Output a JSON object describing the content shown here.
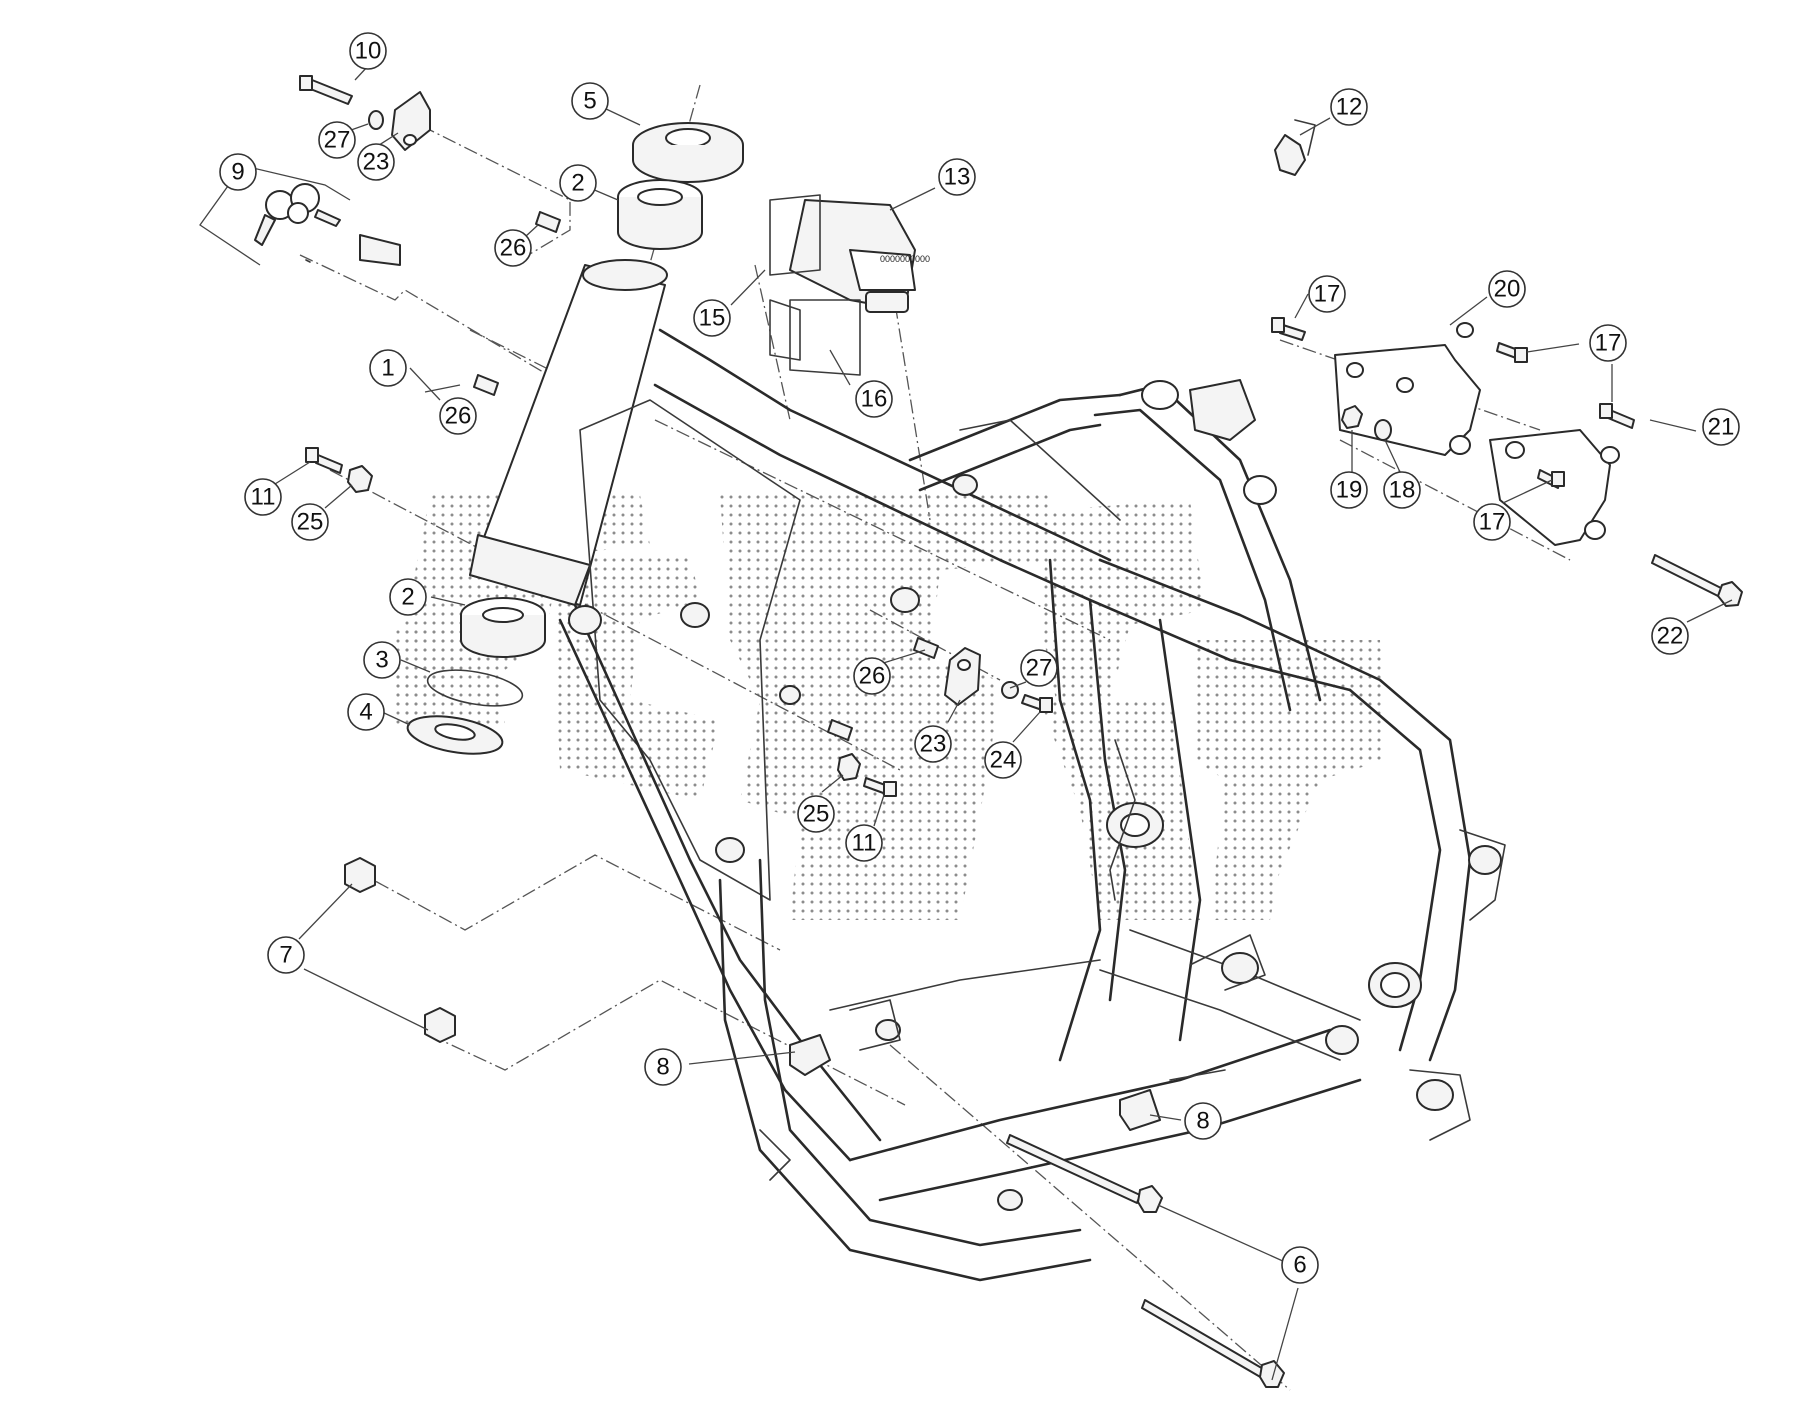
{
  "diagram": {
    "type": "exploded-parts-diagram",
    "subject": "motorcycle frame",
    "callouts": [
      {
        "id": "c10",
        "label": "10"
      },
      {
        "id": "c27a",
        "label": "27"
      },
      {
        "id": "c23a",
        "label": "23"
      },
      {
        "id": "c9",
        "label": "9"
      },
      {
        "id": "c26a",
        "label": "26"
      },
      {
        "id": "c5",
        "label": "5"
      },
      {
        "id": "c2a",
        "label": "2"
      },
      {
        "id": "c13",
        "label": "13"
      },
      {
        "id": "c15",
        "label": "15"
      },
      {
        "id": "c16",
        "label": "16"
      },
      {
        "id": "c12",
        "label": "12"
      },
      {
        "id": "c1",
        "label": "1"
      },
      {
        "id": "c26b",
        "label": "26"
      },
      {
        "id": "c11a",
        "label": "11"
      },
      {
        "id": "c25a",
        "label": "25"
      },
      {
        "id": "c2b",
        "label": "2"
      },
      {
        "id": "c3",
        "label": "3"
      },
      {
        "id": "c4",
        "label": "4"
      },
      {
        "id": "c17a",
        "label": "17"
      },
      {
        "id": "c20",
        "label": "20"
      },
      {
        "id": "c17b",
        "label": "17"
      },
      {
        "id": "c21",
        "label": "21"
      },
      {
        "id": "c19",
        "label": "19"
      },
      {
        "id": "c18",
        "label": "18"
      },
      {
        "id": "c17c",
        "label": "17"
      },
      {
        "id": "c22",
        "label": "22"
      },
      {
        "id": "c26c",
        "label": "26"
      },
      {
        "id": "c27b",
        "label": "27"
      },
      {
        "id": "c23b",
        "label": "23"
      },
      {
        "id": "c24",
        "label": "24"
      },
      {
        "id": "c25b",
        "label": "25"
      },
      {
        "id": "c11b",
        "label": "11"
      },
      {
        "id": "c7",
        "label": "7"
      },
      {
        "id": "c8a",
        "label": "8"
      },
      {
        "id": "c8b",
        "label": "8"
      },
      {
        "id": "c6",
        "label": "6"
      }
    ],
    "label_plate_text": "0000000000",
    "colors": {
      "line": "#2a2a2a",
      "watermark": "#9a9a9a",
      "background": "#ffffff"
    }
  }
}
